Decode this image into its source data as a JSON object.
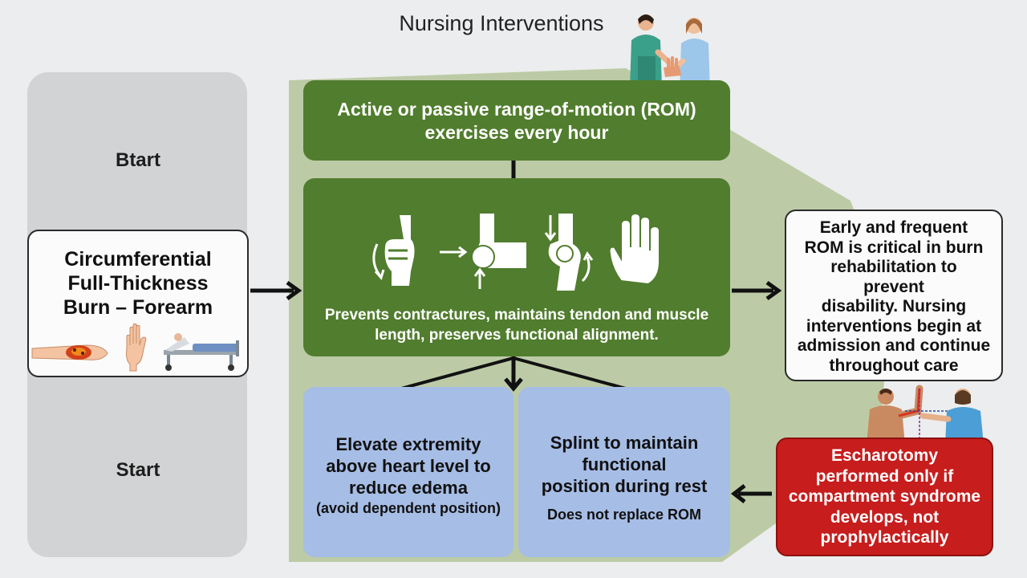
{
  "title": "Nursing Interventions",
  "lane": {
    "top_label": "Btart",
    "bottom_label": "Start"
  },
  "condition": {
    "lines": [
      "Circumferential",
      "Full-Thickness",
      "Burn – Forearm"
    ]
  },
  "rom": {
    "lines": [
      "Active or passive range-of-motion (ROM)",
      "exercises every hour"
    ]
  },
  "benefit": {
    "lines": [
      "Prevents contractures, maintains tendon and muscle",
      "length, preserves functional alignment."
    ]
  },
  "elevate": {
    "lines": [
      "Elevate extremity",
      "above heart level to",
      "reduce edema"
    ],
    "note": "(avoid dependent position)"
  },
  "splint": {
    "lines": [
      "Splint to maintain",
      "functional",
      "position during rest"
    ],
    "note": "Does not replace ROM"
  },
  "summary": {
    "lines": [
      "Early and frequent",
      "ROM is critical in burn",
      "rehabilitation to",
      "prevent",
      "disability. Nursing",
      "interventions begin at",
      "admission and continue",
      "throughout care"
    ]
  },
  "escharotomy": {
    "lines": [
      "Escharotomy",
      "performed only if",
      "compartment syndrome",
      "develops, not",
      "prophylactically"
    ]
  },
  "colors": {
    "green": "#517d2e",
    "light_green": "#bccba6",
    "blue": "#a6bde6",
    "red": "#c71d1d",
    "lane_gray": "#d2d3d4",
    "background": "#ecedee"
  },
  "icons": [
    "nurse-patient-icon",
    "forearm-burn-icon",
    "open-hand-icon",
    "hospital-bed-icon",
    "finger-flexion-icon",
    "wrist-extension-icon",
    "elbow-rotation-icon",
    "spread-hand-icon",
    "therapist-arm-icon"
  ]
}
